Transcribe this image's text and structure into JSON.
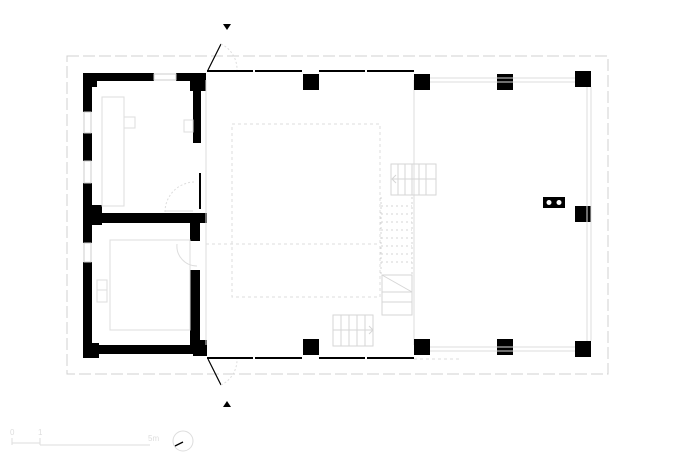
{
  "drawing": {
    "type": "floor-plan",
    "section_markers": [
      "top-section-arrow",
      "bottom-section-arrow"
    ],
    "colors": {
      "wall": "#000000",
      "outline": "#d4d4d4",
      "hidden": "#dcdcdc",
      "background": "#ffffff"
    }
  },
  "scale_bar": {
    "labels": [
      "0",
      "1",
      "5m"
    ]
  },
  "rooms": [
    {
      "name": "upper-small-room"
    },
    {
      "name": "lower-small-room"
    },
    {
      "name": "main-hall"
    },
    {
      "name": "open-pavilion"
    }
  ]
}
